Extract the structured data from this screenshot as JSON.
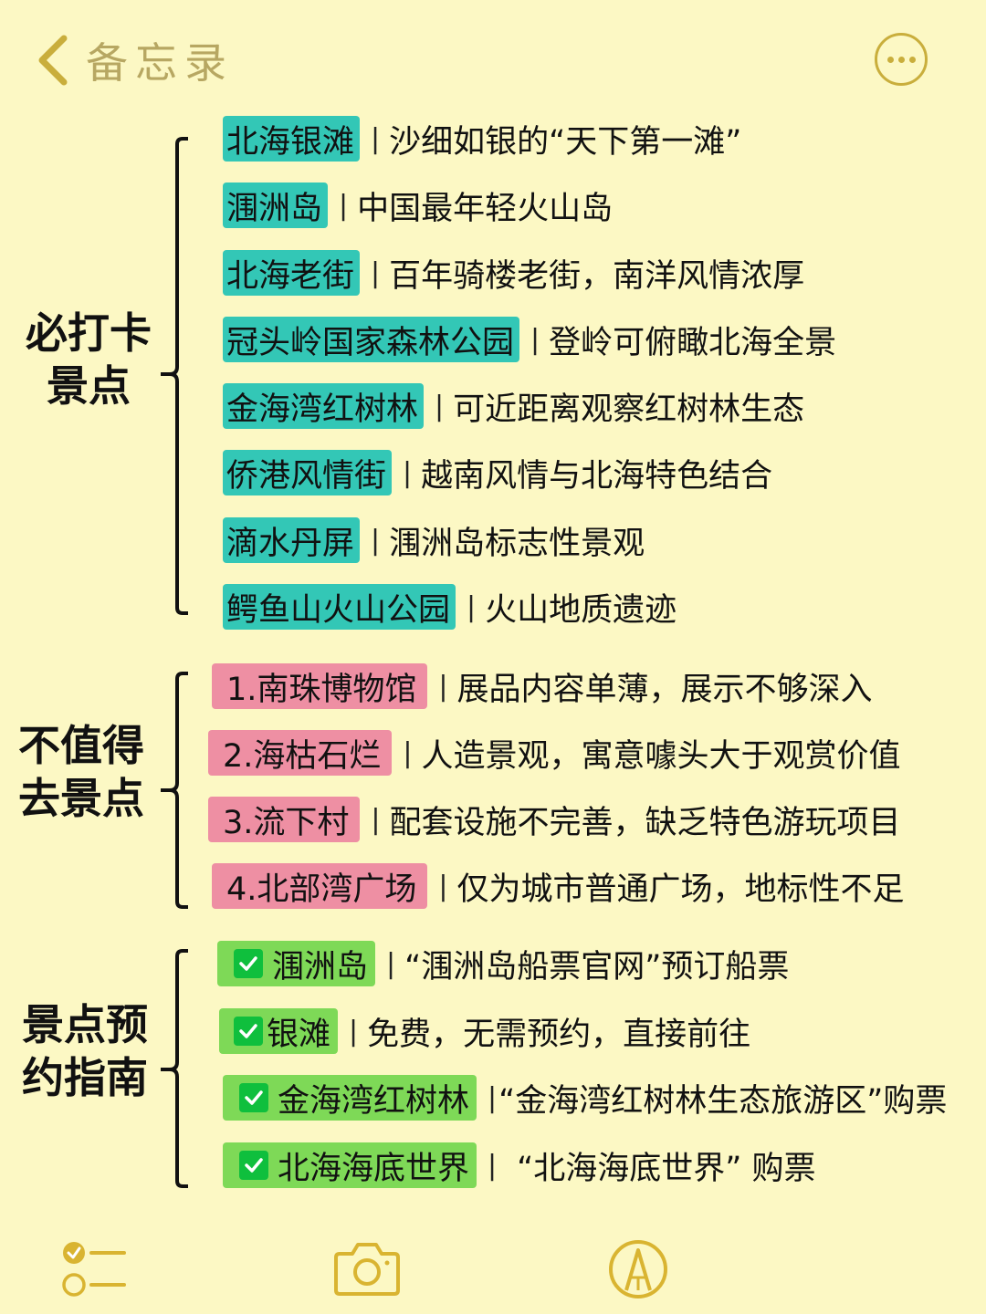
{
  "header": {
    "back_label": "备忘录",
    "back_icon": "chevron-left-icon",
    "more_icon": "ellipsis-circle-icon"
  },
  "colors": {
    "background": "#FCF8C4",
    "accent": "#C9AE3C",
    "teal_tag": "#33C7B6",
    "pink_tag": "#EE8FA3",
    "green_tag": "#7ED957",
    "check": "#0FBF3D"
  },
  "sections": [
    {
      "title_line1": "必打卡",
      "title_line2": "景点",
      "items": [
        {
          "name": "北海银滩",
          "desc": "沙细如银的“天下第一滩”"
        },
        {
          "name": "涠洲岛",
          "desc": "中国最年轻火山岛"
        },
        {
          "name": "北海老街",
          "desc": "百年骑楼老街，南洋风情浓厚"
        },
        {
          "name": "冠头岭国家森林公园",
          "desc": "登岭可俯瞰北海全景"
        },
        {
          "name": "金海湾红树林",
          "desc": "可近距离观察红树林生态"
        },
        {
          "name": "侨港风情街",
          "desc": "越南风情与北海特色结合"
        },
        {
          "name": "滴水丹屏",
          "desc": "涠洲岛标志性景观"
        },
        {
          "name": "鳄鱼山火山公园",
          "desc": "火山地质遗迹"
        }
      ]
    },
    {
      "title_line1": "不值得",
      "title_line2": "去景点",
      "items": [
        {
          "name": "1.南珠博物馆",
          "desc": "展品内容单薄，展示不够深入"
        },
        {
          "name": "2.海枯石烂",
          "desc": "人造景观，寓意噱头大于观赏价值"
        },
        {
          "name": "3.流下村",
          "desc": "配套设施不完善，缺乏特色游玩项目"
        },
        {
          "name": "4.北部湾广场",
          "desc": "仅为城市普通广场，地标性不足"
        }
      ]
    },
    {
      "title_line1": "景点预",
      "title_line2": "约指南",
      "items": [
        {
          "name": "涠洲岛",
          "desc": "“涠洲岛船票官网”预订船票"
        },
        {
          "name": "银滩",
          "desc": "免费，无需预约，直接前往"
        },
        {
          "name": "金海湾红树林",
          "desc": "“金海湾红树林生态旅游区”购票"
        },
        {
          "name": "北海海底世界",
          "desc": "“北海海底世界” 购票"
        }
      ]
    }
  ],
  "separator": "|",
  "toolbar": {
    "checklist_icon": "checklist-icon",
    "camera_icon": "camera-icon",
    "pen_icon": "pen-markup-icon"
  }
}
